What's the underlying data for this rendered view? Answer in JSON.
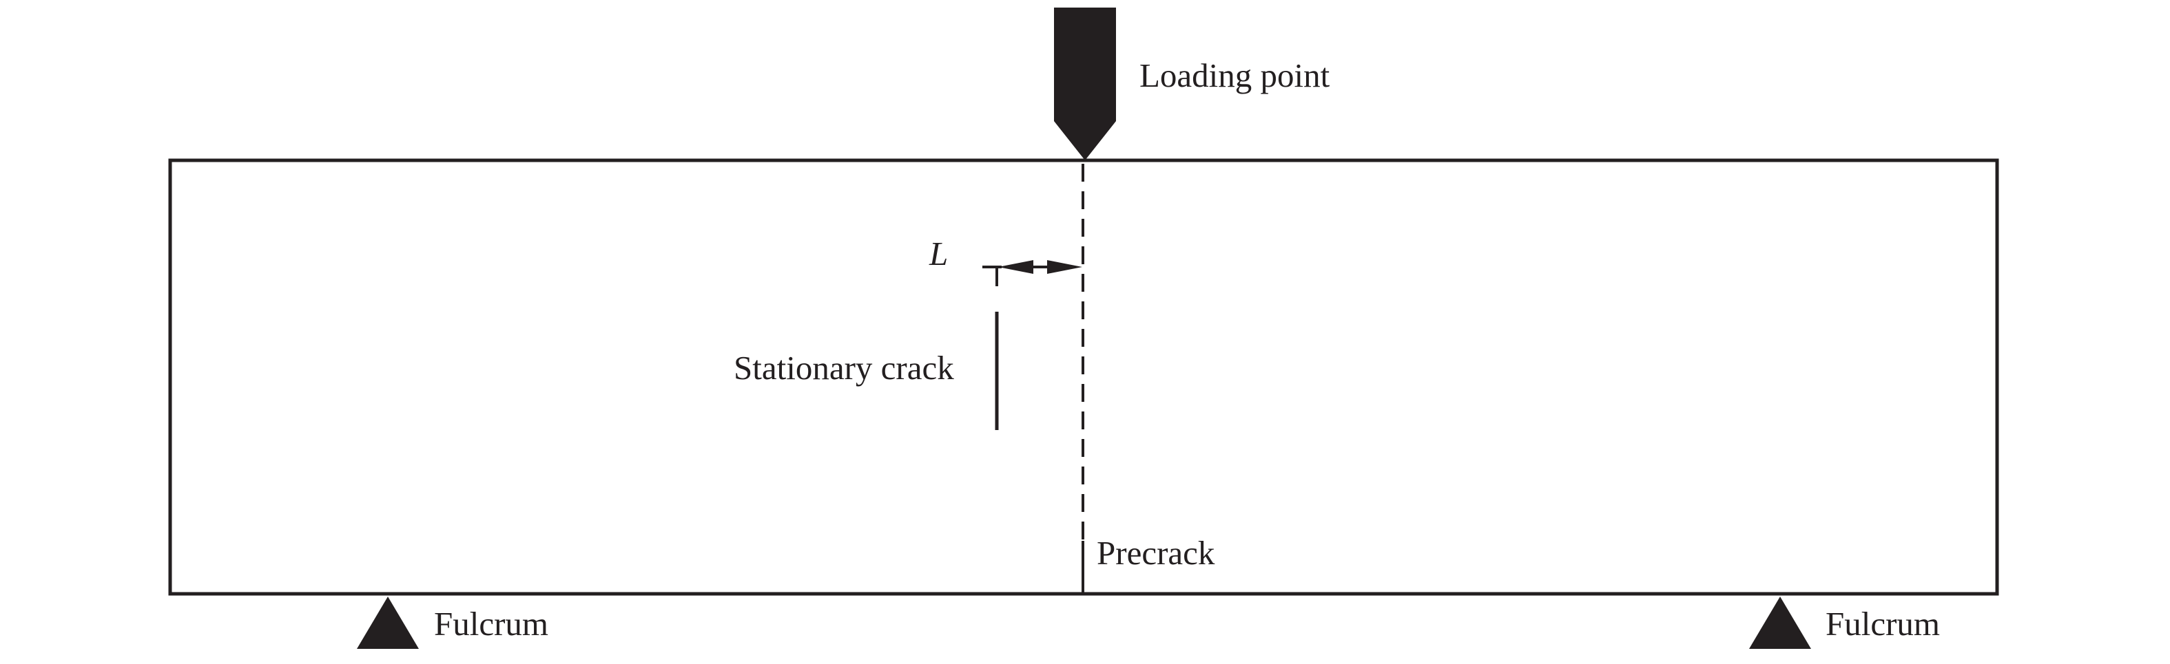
{
  "labels": {
    "loading_point": "Loading point",
    "length_symbol": "L",
    "stationary_crack": "Stationary crack",
    "precrack": "Precrack",
    "fulcrum_left": "Fulcrum",
    "fulcrum_right": "Fulcrum"
  },
  "colors": {
    "ink": "#231f20",
    "background": "#ffffff"
  }
}
